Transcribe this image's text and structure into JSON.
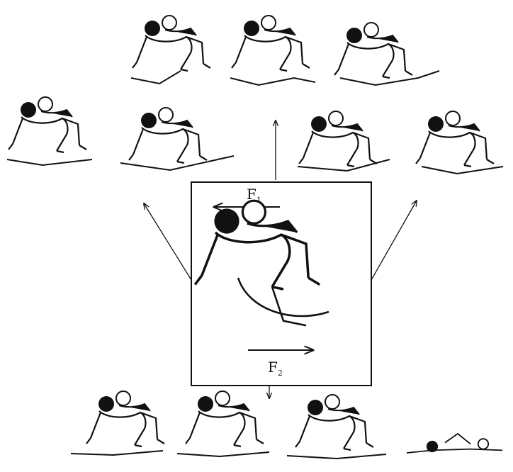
{
  "diagram": {
    "labels": {
      "f1": {
        "main": "F",
        "sub": "1"
      },
      "f2": {
        "main": "F",
        "sub": "2"
      }
    },
    "colors": {
      "ink": "#111111",
      "paper": "#ffffff"
    }
  }
}
